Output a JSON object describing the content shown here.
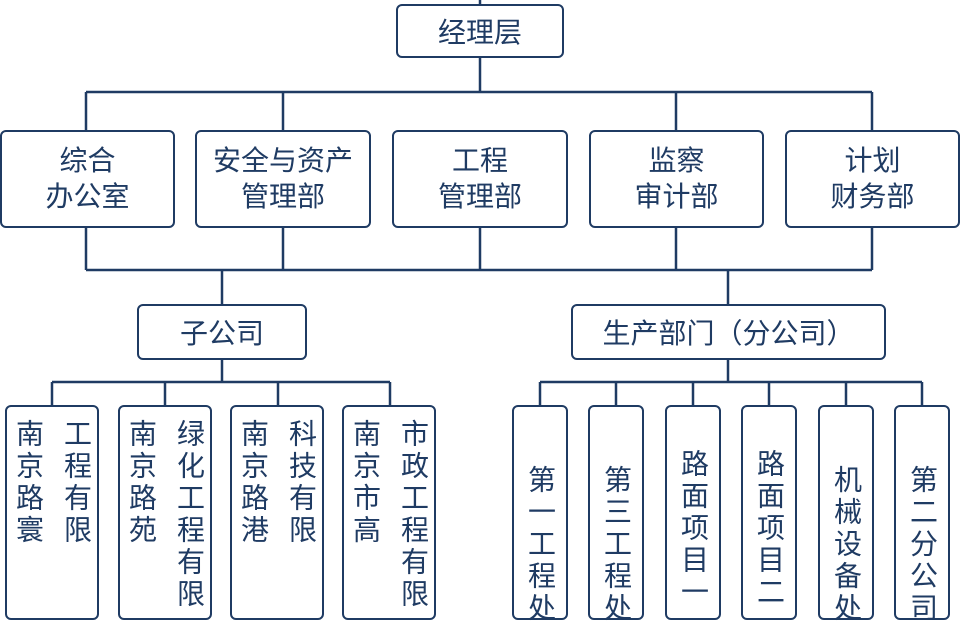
{
  "top": {
    "label": "经理层"
  },
  "departments": [
    {
      "line1": "综合",
      "line2": "办公室"
    },
    {
      "line1": "安全与资产",
      "line2": "管理部"
    },
    {
      "line1": "工程",
      "line2": "管理部"
    },
    {
      "line1": "监察",
      "line2": "审计部"
    },
    {
      "line1": "计划",
      "line2": "财务部"
    }
  ],
  "subsidiaries": {
    "label": "子公司",
    "companies": [
      {
        "col_right": "南京路寰",
        "col_left": "工程有限"
      },
      {
        "col_right": "南京路苑",
        "col_left": "绿化工程有限"
      },
      {
        "col_right": "南京路港",
        "col_left": "科技有限"
      },
      {
        "col_right": "南京市高",
        "col_left": "市政工程有限"
      }
    ]
  },
  "production": {
    "label": "生产部门（分公司）",
    "units": [
      {
        "text": "第一工程处"
      },
      {
        "text": "第三工程处"
      },
      {
        "text": "路面项目一"
      },
      {
        "text": "路面项目二"
      },
      {
        "text": "机械设备处"
      },
      {
        "text": "第二分公司"
      }
    ]
  },
  "colors": {
    "border": "#1f3b63",
    "text": "#1f3b63",
    "background": "#ffffff"
  }
}
